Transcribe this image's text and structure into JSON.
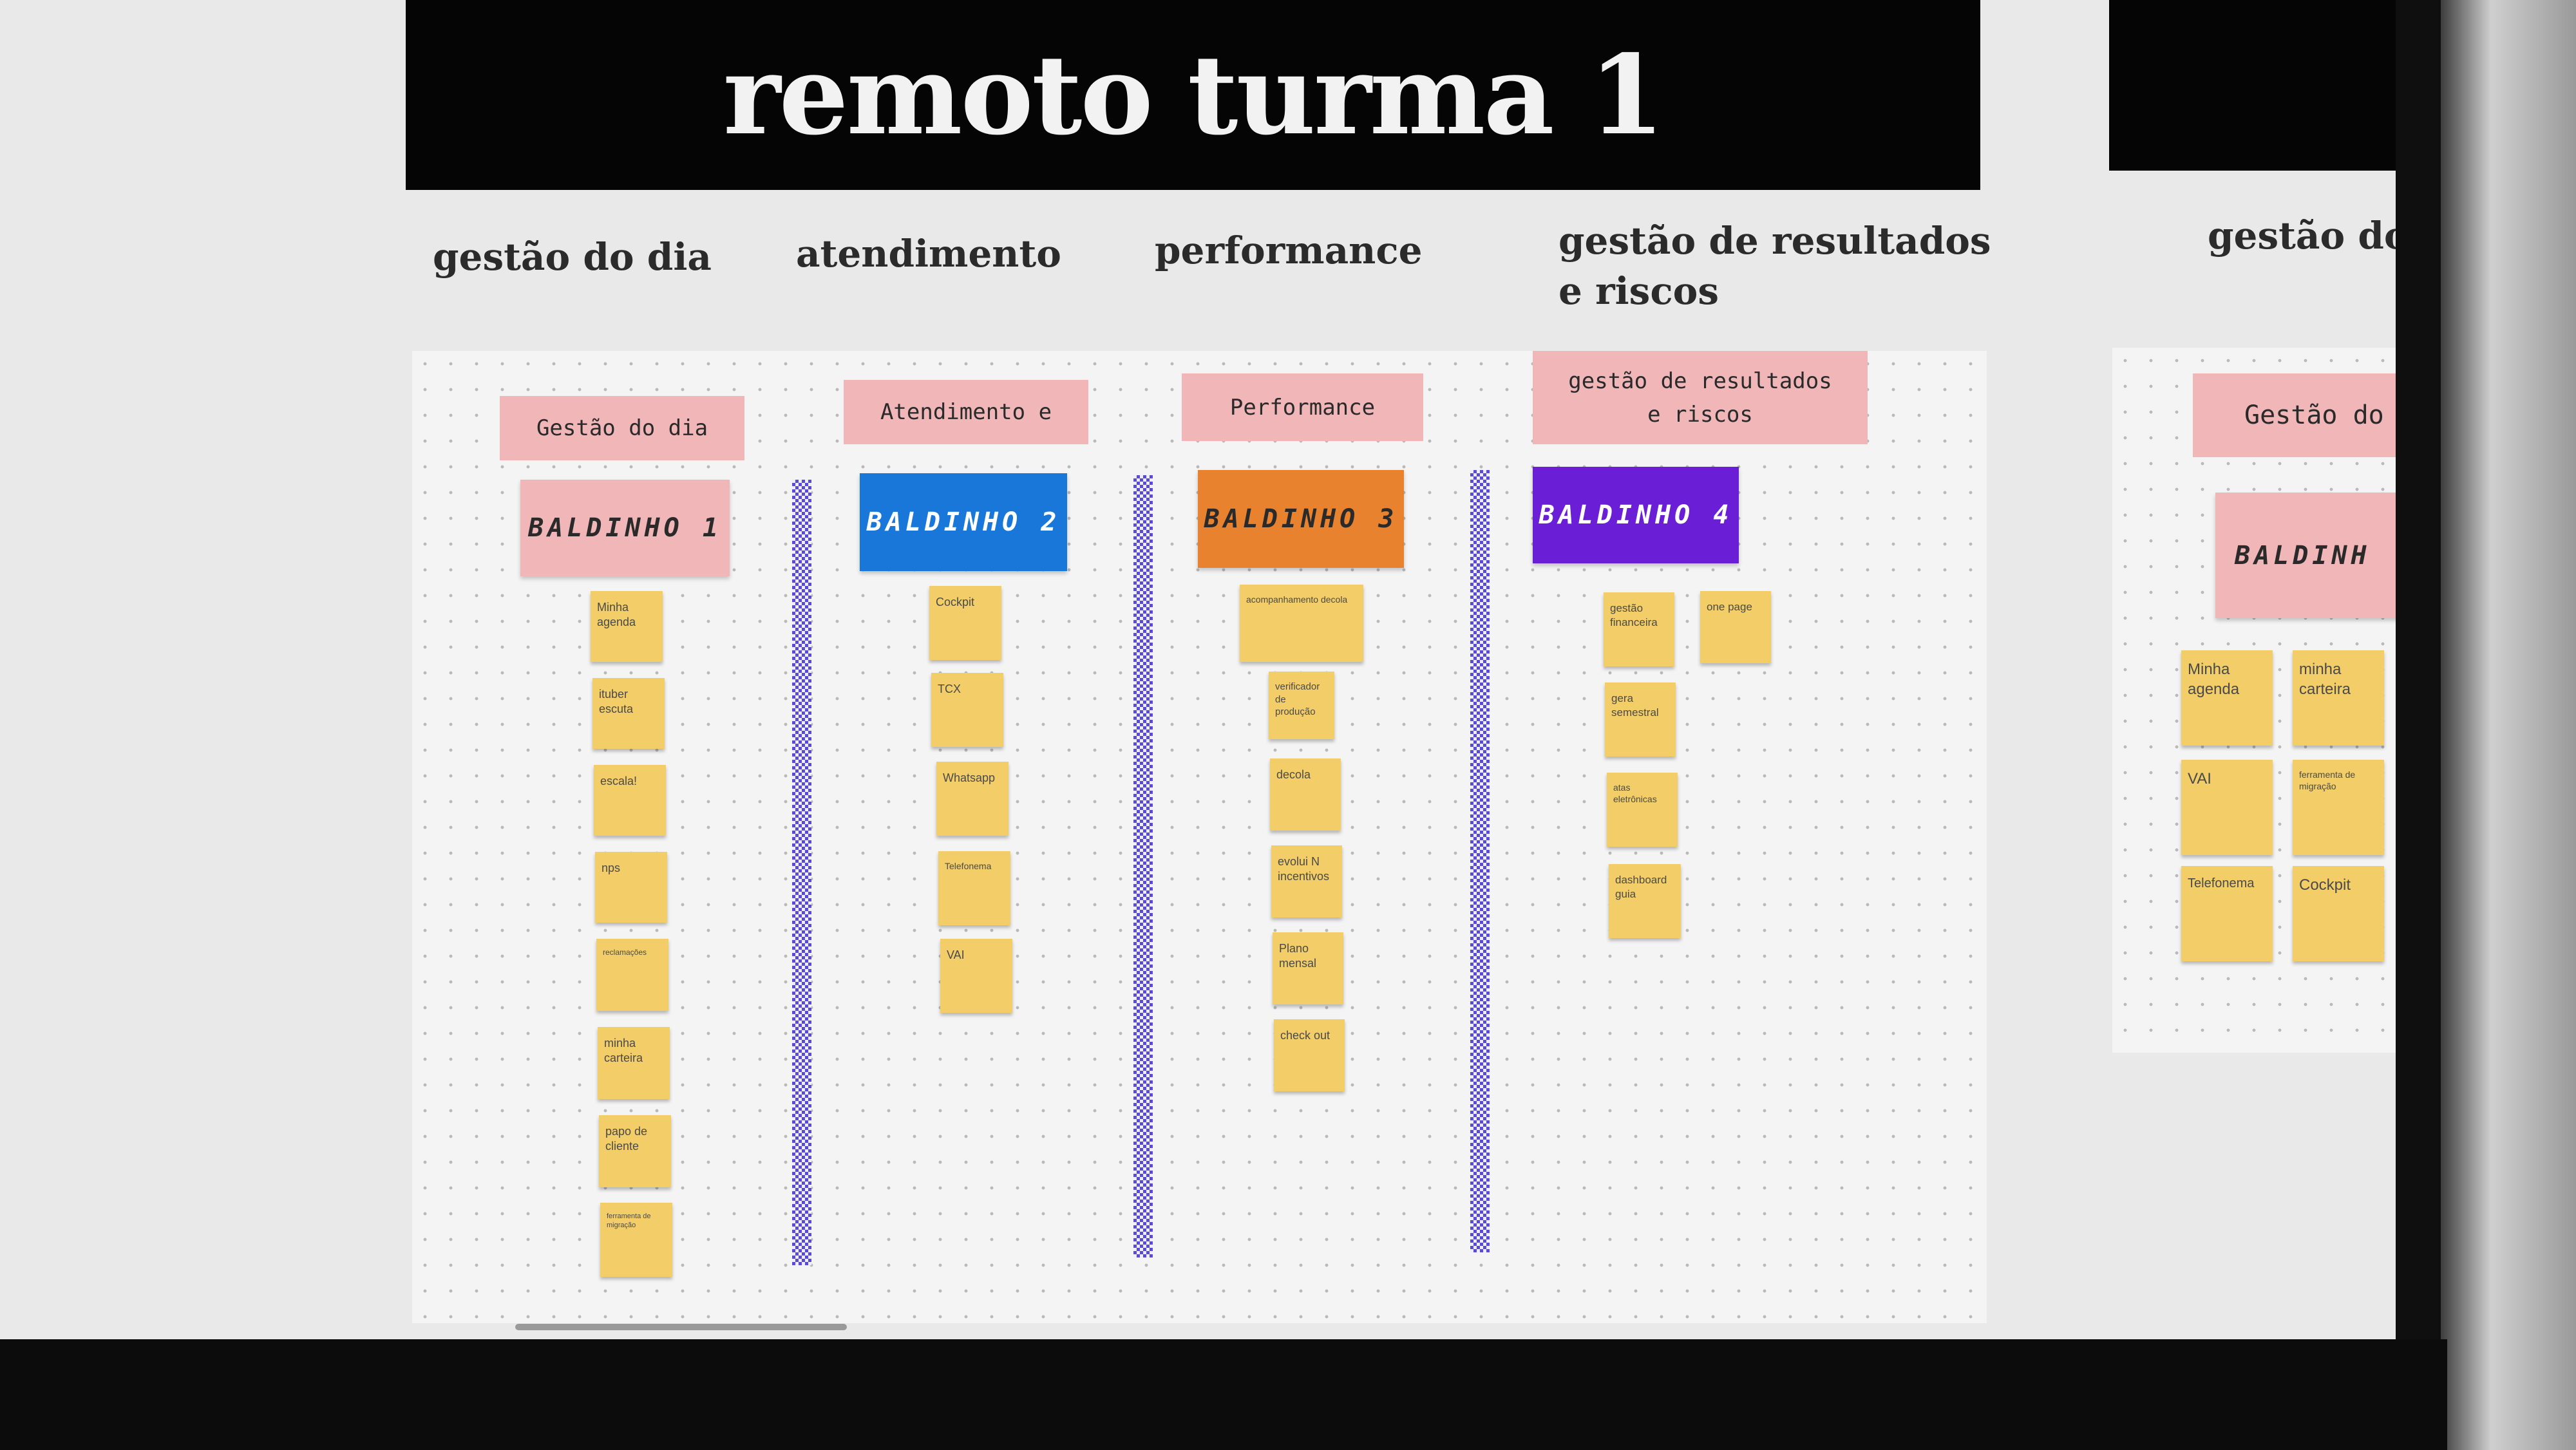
{
  "board_title": "remoto turma 1",
  "columns": [
    {
      "heading": "gestão do dia",
      "label": "Gestão do dia",
      "bucket": "BALDINHO 1",
      "bucket_color": "#f0b6b8",
      "notes": [
        "Minha agenda",
        "ituber escuta",
        "escala!",
        "nps",
        "reclamações",
        "minha carteira",
        "papo de cliente",
        "ferramenta de migração"
      ]
    },
    {
      "heading": "atendimento",
      "label": "Atendimento e",
      "bucket": "BALDINHO 2",
      "bucket_color": "#1877d8",
      "notes": [
        "Cockpit",
        "TCX",
        "Whatsapp",
        "Telefonema",
        "VAI"
      ]
    },
    {
      "heading": "performance",
      "label": "Performance",
      "bucket": "BALDINHO 3",
      "bucket_color": "#e8822e",
      "notes": [
        "acompanhamento decola",
        "verificador de produção",
        "decola",
        "evolui N incentivos",
        "Plano mensal",
        "check out"
      ]
    },
    {
      "heading": "gestão de resultados e riscos",
      "label": "gestão de resultados e riscos",
      "bucket": "BALDINHO 4",
      "bucket_color": "#6a1fd6",
      "notes": [
        "gestão financeira",
        "one page",
        "gera semestral",
        "atas eletrônicas",
        "dashboard guia"
      ]
    },
    {
      "heading": "gestão do",
      "label": "Gestão do",
      "bucket": "BALDINH",
      "bucket_color": "#f0b6b8",
      "notes": [
        "Minha agenda",
        "minha carteira",
        "VAI",
        "ferramenta de migração",
        "Telefonema",
        "Cockpit"
      ]
    }
  ],
  "colors": {
    "sticky_note": "#f2cd68",
    "label_pink": "#f0b6b8",
    "divider": "#5a4bd6",
    "title_bar": "#050505"
  }
}
